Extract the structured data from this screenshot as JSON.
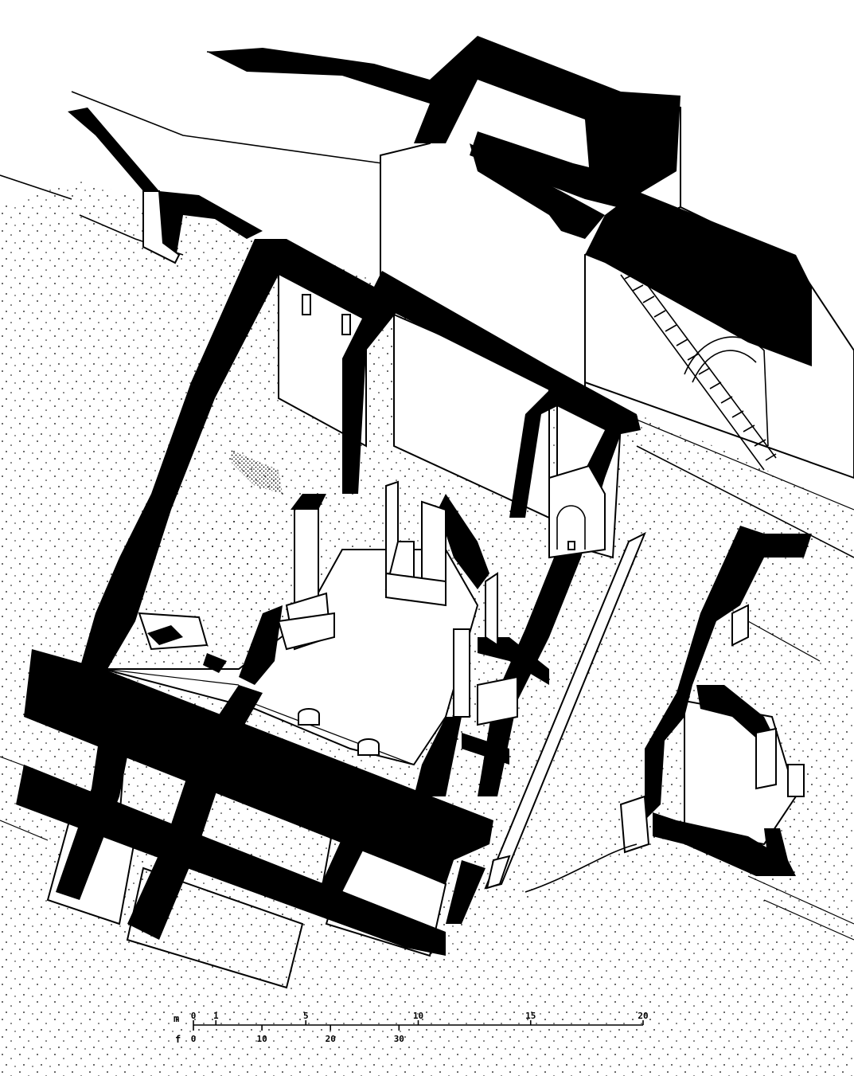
{
  "colors": {
    "ink": "#000000",
    "paper": "#ffffff"
  },
  "scale_bar": {
    "metric_unit": "m",
    "imperial_unit": "f",
    "metric_ticks": [
      {
        "label": "0",
        "value": 0
      },
      {
        "label": "1",
        "value": 1
      },
      {
        "label": "5",
        "value": 5
      },
      {
        "label": "10",
        "value": 10
      },
      {
        "label": "15",
        "value": 15
      },
      {
        "label": "20",
        "value": 20
      }
    ],
    "imperial_ticks": [
      {
        "label": "0",
        "value": 0
      },
      {
        "label": "10",
        "value": 10
      },
      {
        "label": "20",
        "value": 20
      },
      {
        "label": "30",
        "value": 30
      }
    ]
  }
}
